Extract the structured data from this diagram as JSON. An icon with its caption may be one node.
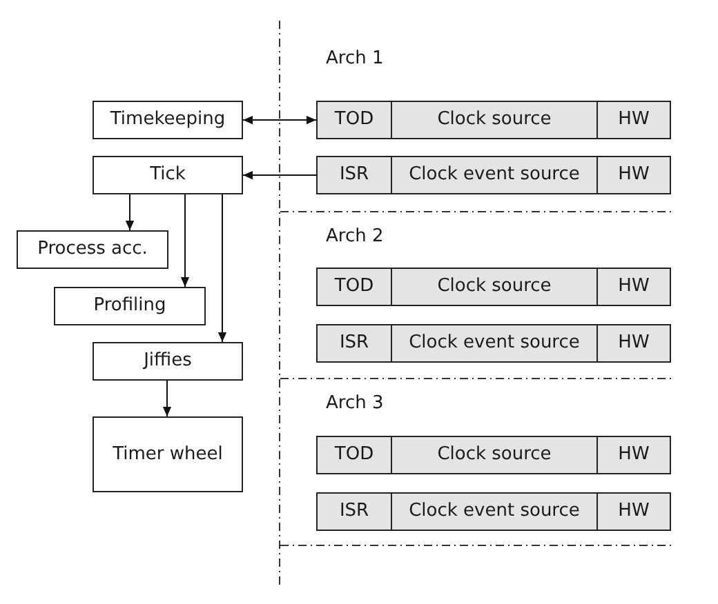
{
  "diagram": {
    "nodes": [
      {
        "text": [
          "Timekeeping"
        ]
      },
      {
        "text": [
          "Tick"
        ]
      },
      {
        "text": [
          "Process acc."
        ]
      },
      {
        "text": [
          "Profiling"
        ]
      },
      {
        "text": [
          "Jiffies"
        ]
      },
      {
        "text": [
          "Timer wheel"
        ]
      },
      {
        "text": [
          "Arch 1"
        ]
      },
      {
        "text": [
          "TOD"
        ],
        "in": 6
      },
      {
        "text": [
          "Clock source"
        ],
        "in": 6
      },
      {
        "text": [
          "HW"
        ],
        "in": 6
      },
      {
        "text": [
          "ISR"
        ],
        "in": 6
      },
      {
        "text": [
          "Clock event source"
        ],
        "in": 6
      },
      {
        "text": [
          "HW"
        ],
        "in": 6
      },
      {
        "text": [
          "Arch 2"
        ]
      },
      {
        "text": [
          "TOD"
        ],
        "in": 13
      },
      {
        "text": [
          "Clock source"
        ],
        "in": 13
      },
      {
        "text": [
          "HW"
        ],
        "in": 13
      },
      {
        "text": [
          "ISR"
        ],
        "in": 13
      },
      {
        "text": [
          "Clock event source"
        ],
        "in": 13
      },
      {
        "text": [
          "HW"
        ],
        "in": 13
      },
      {
        "text": [
          "Arch 3"
        ]
      },
      {
        "text": [
          "TOD"
        ],
        "in": 20
      },
      {
        "text": [
          "Clock source"
        ],
        "in": 20
      },
      {
        "text": [
          "HW"
        ],
        "in": 20
      },
      {
        "text": [
          "ISR"
        ],
        "in": 20
      },
      {
        "text": [
          "Clock event source"
        ],
        "in": 20
      },
      {
        "text": [
          "HW"
        ],
        "in": 20
      }
    ],
    "edges": [
      {
        "from": 0,
        "to": 7,
        "arrow": "both"
      },
      {
        "from": 10,
        "to": 1,
        "arrow": "to"
      },
      {
        "from": 1,
        "to": 2,
        "arrow": "to"
      },
      {
        "from": 1,
        "to": 3,
        "arrow": "to"
      },
      {
        "from": 1,
        "to": 4,
        "arrow": "to"
      },
      {
        "from": 4,
        "to": 5,
        "arrow": "to"
      }
    ]
  }
}
